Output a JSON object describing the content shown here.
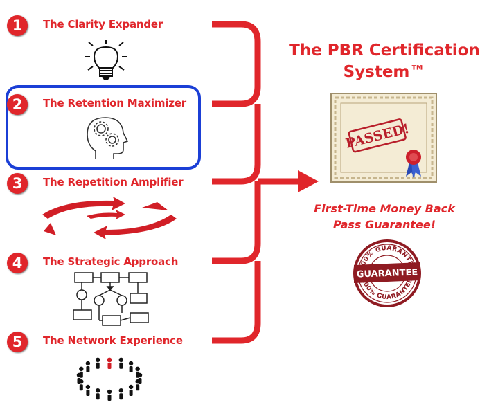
{
  "steps": [
    {
      "number": "1",
      "label": "The Clarity Expander",
      "icon": "lightbulb-icon"
    },
    {
      "number": "2",
      "label": "The Retention Maximizer",
      "icon": "brain-gears-icon"
    },
    {
      "number": "3",
      "label": "The Repetition Amplifier",
      "icon": "circular-arrows-icon"
    },
    {
      "number": "4",
      "label": "The Strategic Approach",
      "icon": "flowchart-icon"
    },
    {
      "number": "5",
      "label": "The Network Experience",
      "icon": "people-circle-icon"
    }
  ],
  "title": {
    "line1": "The PBR Certification",
    "line2": "System™"
  },
  "certificate": {
    "stamp": "PASSED!"
  },
  "guarantee": {
    "line1": "First-Time Money Back",
    "line2": "Pass Guarantee!"
  },
  "seal": {
    "main": "GUARANTEE",
    "ring_top": "100% GUARANTEE",
    "ring_bottom": "100% GUARANTEE"
  },
  "colors": {
    "accent_red": "#e0262b",
    "highlight_blue": "#1b3fd6"
  }
}
